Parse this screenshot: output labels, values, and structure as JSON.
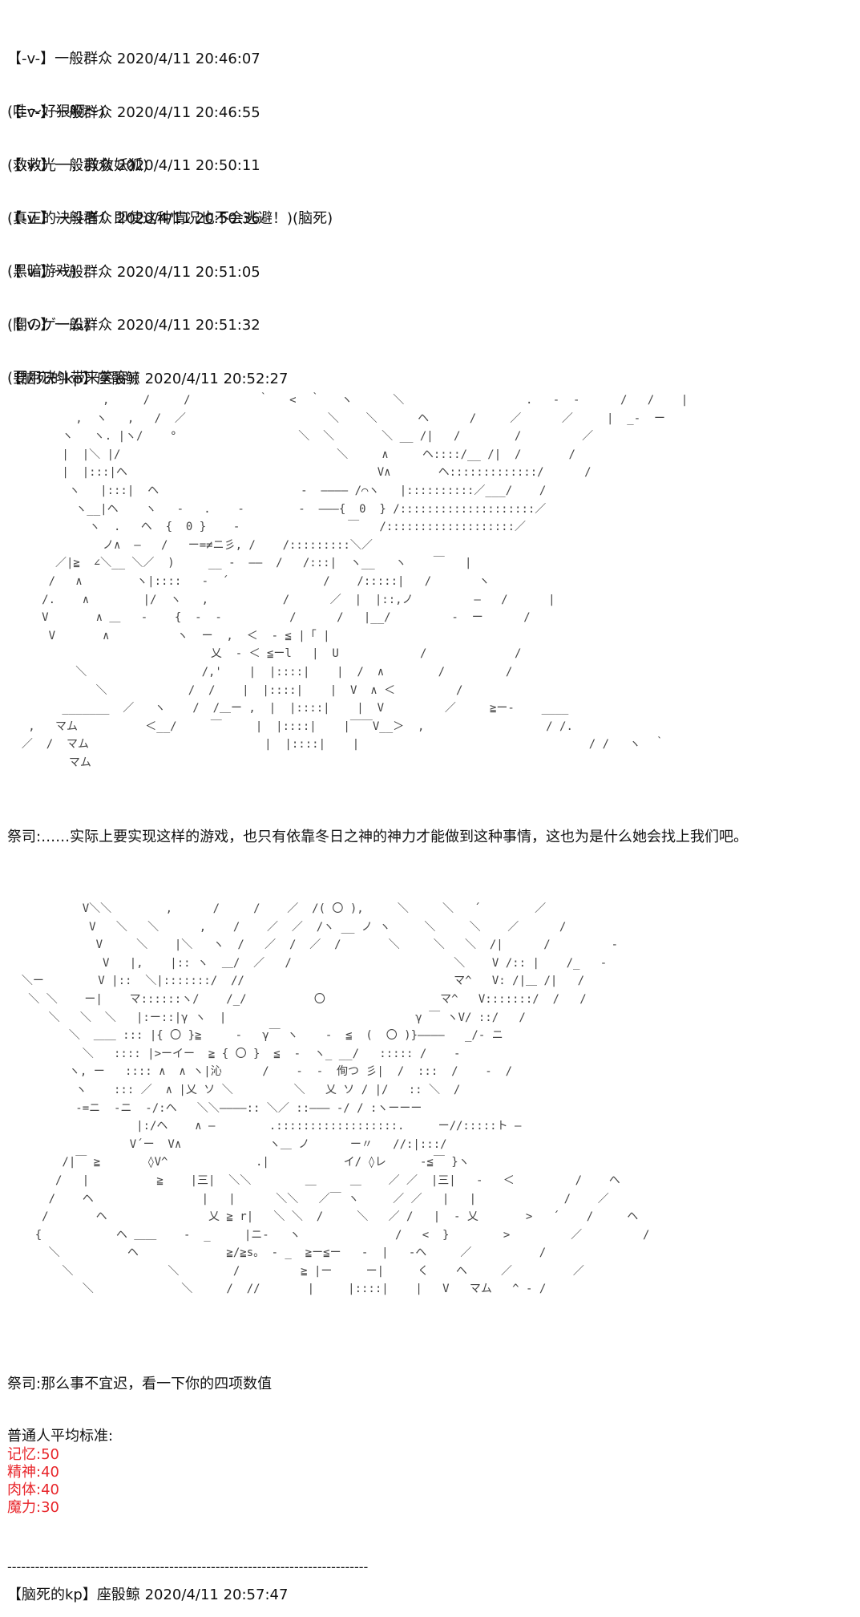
{
  "posts": [
    {
      "header": "【-v-】一般群众 2020/4/11 20:46:07",
      "body": "(哇～好狠啊～)"
    },
    {
      "header": "【-v-】一般群众 2020/4/11 20:46:55",
      "body": "(救救光一，救救妖狐)"
    },
    {
      "header": "【-v-】一般群众 2020/4/11 20:50:11",
      "body": "(真正的决斗者！即使这种情况也不会逃避！)(脑死)"
    },
    {
      "header": "【-v-】一般群众 2020/4/11 20:50:36",
      "body": "(黑暗游戏)"
    },
    {
      "header": "【-v-】一般群众 2020/4/11 20:51:05",
      "body": "(闇のゲーム)"
    },
    {
      "header": "【-v-】一般群众 2020/4/11 20:51:32",
      "body": "(要用决斗带来笑容)("
    }
  ],
  "kp_post_1": {
    "header": "【脑死的kp】座骰鲸 2020/4/11 20:52:27",
    "art_1": "              ,     /     /          ｀   <  ｀   ヽ      ＼                  .   -  -      /   /    |        \n          ,  ヽ   ,   /  ／                     ＼    ＼      ヘ      /     ／      ／     |  _-  ー\n        ヽ   ヽ. |ヽ/    °                  ＼  ＼       ＼ __ /|   /        /         ／\n        |  |＼ |/                                ＼     ∧     ヘ::::/__ /|  /       /\n        |  |:::|ヘ                                     V∧       ヘ:::::::::::::/      /\n         ヽ   |:::|  ヘ                     -  ―――― /⌒ヽ   |::::::::::／___/    /\n          ヽ__|ヘ    ヽ   -   .    -        -  ―――{  0  } /::::::::::::::::::::／\n            ヽ  .   ヘ  {  0 }    -                ￣   /:::::::::::::::::::／\n              ノ∧  ―   /   ー=≠ニ彡, /    /:::::::::＼／\n       ／|≧  ∠＼__ ＼／  )     __ -  ――  /   /:::|  ヽ__   ヽ    ￣   |\n      /   ∧        ヽ|::::   -  ´              /    /:::::|   /       ヽ\n     /.    ∧        |/  ヽ   ,           /      ／  |  |::,ノ         ―   /      |\n     V       ∧ ＿   -    {  -  -          /      /   |__/         -  ー      /\n      V       ∧          ヽ  ー  ,  ＜  - ≦ |「 |\n                              乂  - ＜ ≦ーl   |  U            /             /\n          ＼                 /,'    |  |::::|    |  /  ∧        /         /\n             ＼            /  /    |  |::::|    |  V  ∧ ＜         /\n        _______  ／   ヽ    /  /＿ー ,  |  |::::|    |  V         ／     ≧ー-    ____\n   ,   マム          ＜__/     ￣     |  |::::|    |￣￣V__＞  ,                  / /.\n  ／  /  マム                          |  |::::|    |                                  / /   ヽ  ｀\n         マム",
    "text_1": "祭司:……实际上要实现这样的游戏，也只有依靠冬日之神的神力才能做到这种事情，这也为是什么她会找上我们吧。",
    "art_2": "           V＼＼        ,      /     /    ／  /( 〇 ),     ＼     ＼   ´        ／\n            V   ＼   ＼      ,    /    ／  ／  /ヽ __ ノ ヽ     ＼     ＼    ／      /\n             V     ＼    |＼   ヽ  /   ／  /  ／  /       ＼     ＼   ＼  /|      /         -\n              V   |,    |:: ヽ  ＿/  ／   /                        ＼    V /:: |    /_   -\n  ＼ー        V |::  ＼|:::::::/  //                               マ^   V: /|＿ /|   /\n   ＼ ＼    ー|    マ::::::ヽ/    /_/          〇                 マ^   V:::::::/  /   /\n      ＼   ＼  ＼   |:ー::|γ ヽ  |                            γ ￣ ヽV/ ::/   /\n         ＼  ＿＿ ::: |{ 〇 }≧     -   γ￣ ヽ    -  ≦  (  〇 )}――――   _/- ニ\n           ＼   :::: |>ーイー  ≧ { 〇 }  ≦  -  ヽ_ __/   ::::: /    -\n         ヽ, ー   :::: ∧  ∧ ヽ|沁      /    -  -  侚つ 彡|  /  :::  /    -  /\n          ヽ    ::: ／  ∧ |乂 ソ ＼         ＼   乂 ソ / |/   :: ＼  /\n          -=ニ  -ニ  -/:ヘ   ＼＼――――:: ＼／ ::――― -/ / :ヽーーー\n                   |:/ヘ    ∧ ―        .::::::::::::::::::.     ー//:::::ト ―\n                  V´ー  V∧             ヽ＿ ノ      ー〃   //:|:::/\n        /|￣ ≧       ◊V^             .|           イ/ ◊レ     -≦￣ }ヽ\n       /   |          ≧    |三|  ＼＼        ＿     ＿    ／ ／  |三|   -   ＜         /    ヘ\n      /    ヘ                |   |      ＼＼   ／￣ ヽ     ／ ／   |   |             /    ／\n     /       ヘ               乂 ≧ r|   ＼ ＼  /     ＼   ／ /   |  - 乂       >   ´    /     ヘ\n    {           ヘ ＿＿    -  _     |ニ-   ヽ              /   <  }        >         ／         /\n      ＼          ヘ             ≧/≧s。 - _  ≧ー≦ー   -  |   -ヘ     ／          /\n        ＼              ＼        /         ≧ |ー     ー|     く    ヘ     ／         ／\n           ＼             ＼     /  //       |     |::::|    |   V   マム   ^ - /",
    "text_2": "祭司:那么事不宜迟，看一下你的四项数值"
  },
  "stats": {
    "heading": "普通人平均标准:",
    "items": [
      {
        "label": "记忆:50"
      },
      {
        "label": "精神:40"
      },
      {
        "label": "肉体:40"
      },
      {
        "label": "魔力:30"
      }
    ],
    "color": "#e8262b"
  },
  "separator": "------------------------------------------------------------------------------",
  "kp_post_2": {
    "header": "【脑死的kp】座骰鲸 2020/4/11 20:57:47"
  }
}
